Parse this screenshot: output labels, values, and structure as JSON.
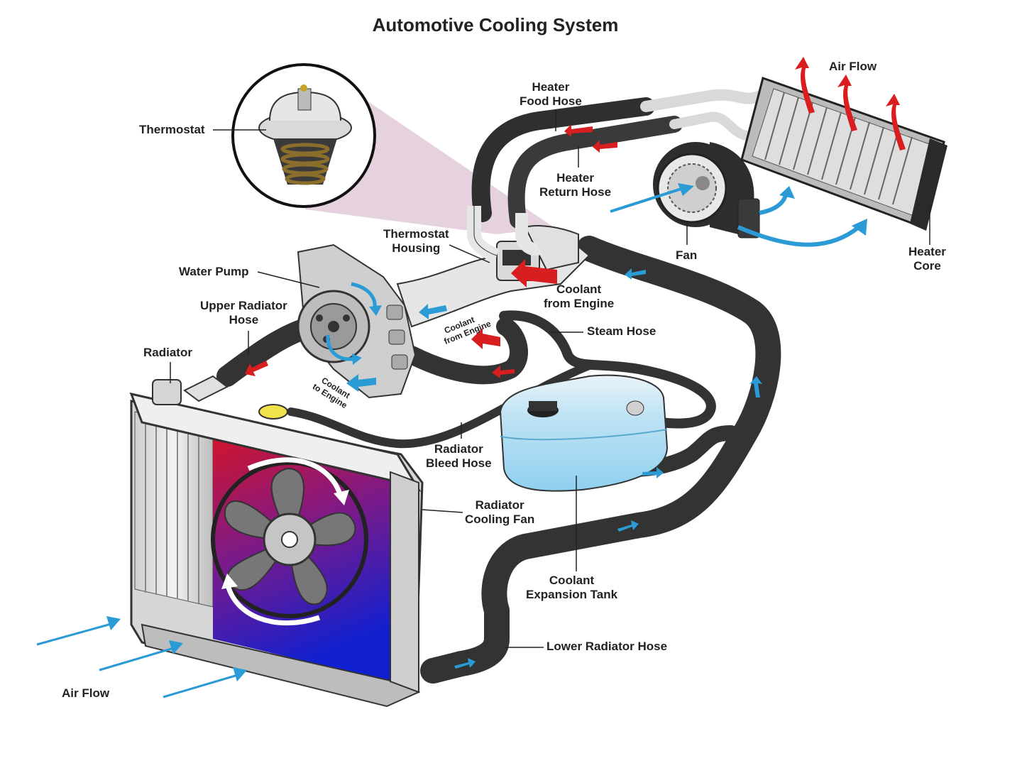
{
  "title": "Automotive Cooling System",
  "labels": {
    "thermostat": "Thermostat",
    "heater_food_hose_1": "Heater",
    "heater_food_hose_2": "Food Hose",
    "air_flow_top": "Air Flow",
    "heater_return_hose_1": "Heater",
    "heater_return_hose_2": "Return Hose",
    "thermostat_housing_1": "Thermostat",
    "thermostat_housing_2": "Housing",
    "water_pump": "Water Pump",
    "fan": "Fan",
    "heater_core_1": "Heater",
    "heater_core_2": "Core",
    "coolant_from_engine_1": "Coolant",
    "coolant_from_engine_2": "from Engine",
    "upper_radiator_hose_1": "Upper Radiator",
    "upper_radiator_hose_2": "Hose",
    "steam_hose": "Steam Hose",
    "radiator": "Radiator",
    "coolant_from_engine_small_1": "Coolant",
    "coolant_from_engine_small_2": "from Engine",
    "coolant_to_engine_1": "Coolant",
    "coolant_to_engine_2": "to Engine",
    "radiator_bleed_hose_1": "Radiator",
    "radiator_bleed_hose_2": "Bleed Hose",
    "radiator_cooling_fan_1": "Radiator",
    "radiator_cooling_fan_2": "Cooling Fan",
    "coolant_expansion_tank_1": "Coolant",
    "coolant_expansion_tank_2": "Expansion Tank",
    "lower_radiator_hose": "Lower Radiator Hose",
    "air_flow_bottom": "Air Flow"
  },
  "colors": {
    "hose": "#3a3a3a",
    "hot_arrow": "#d81e1e",
    "cold_arrow": "#2b9bd6",
    "radiator_hot": "#d4142a",
    "radiator_cold": "#1020d0",
    "tank": "#a9dcf3",
    "thermostat_cone": "#c89ab5"
  }
}
